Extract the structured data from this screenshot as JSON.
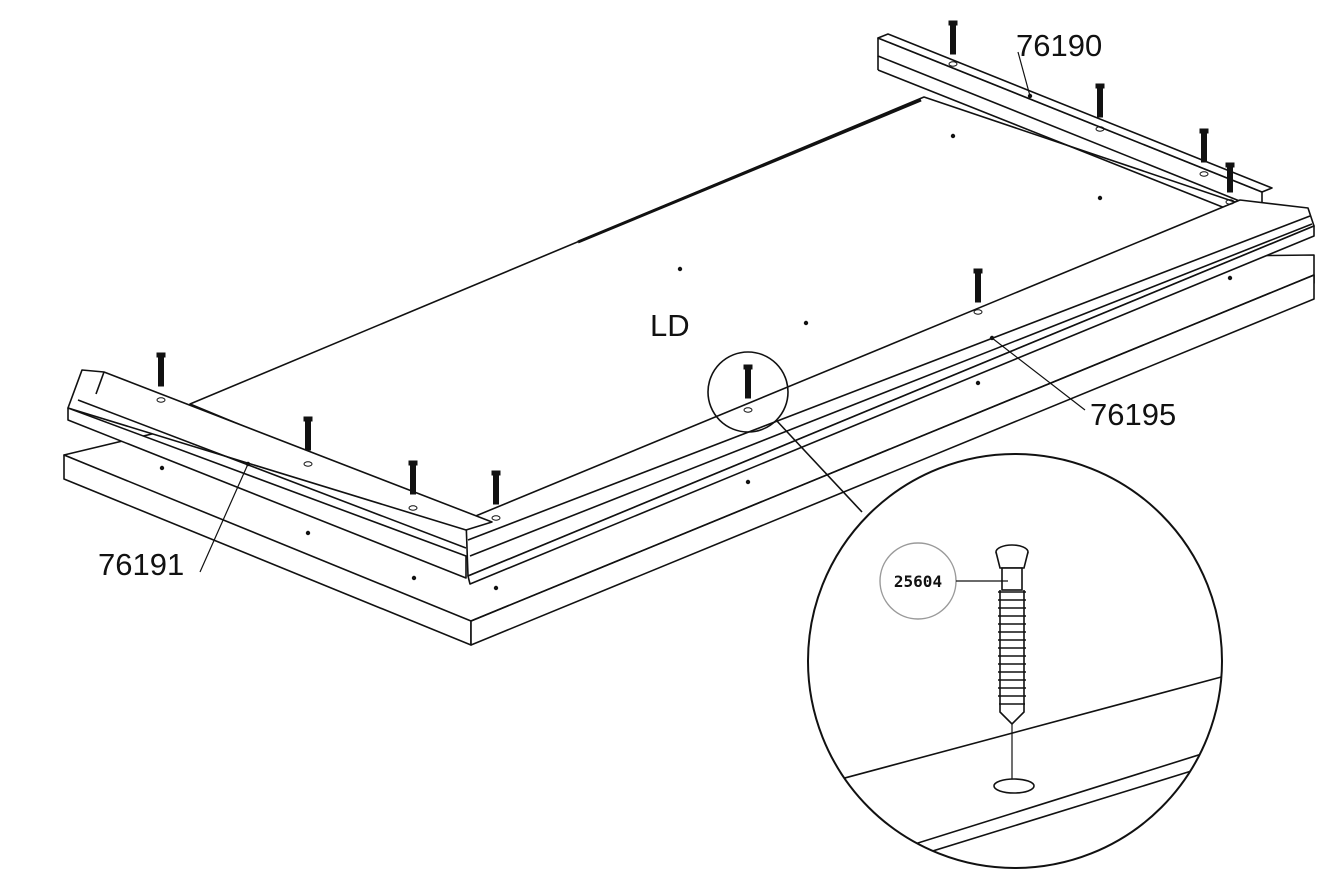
{
  "labels": {
    "part_top_rail": "76190",
    "part_front_rail": "76195",
    "part_left_rail": "76191",
    "panel": "LD",
    "screw": "25604"
  },
  "colors": {
    "ink": "#111111",
    "paper": "#ffffff",
    "callout_circle": "#9a9a9a"
  },
  "icons": {
    "screw": "screw-icon",
    "hole": "hole-icon"
  }
}
